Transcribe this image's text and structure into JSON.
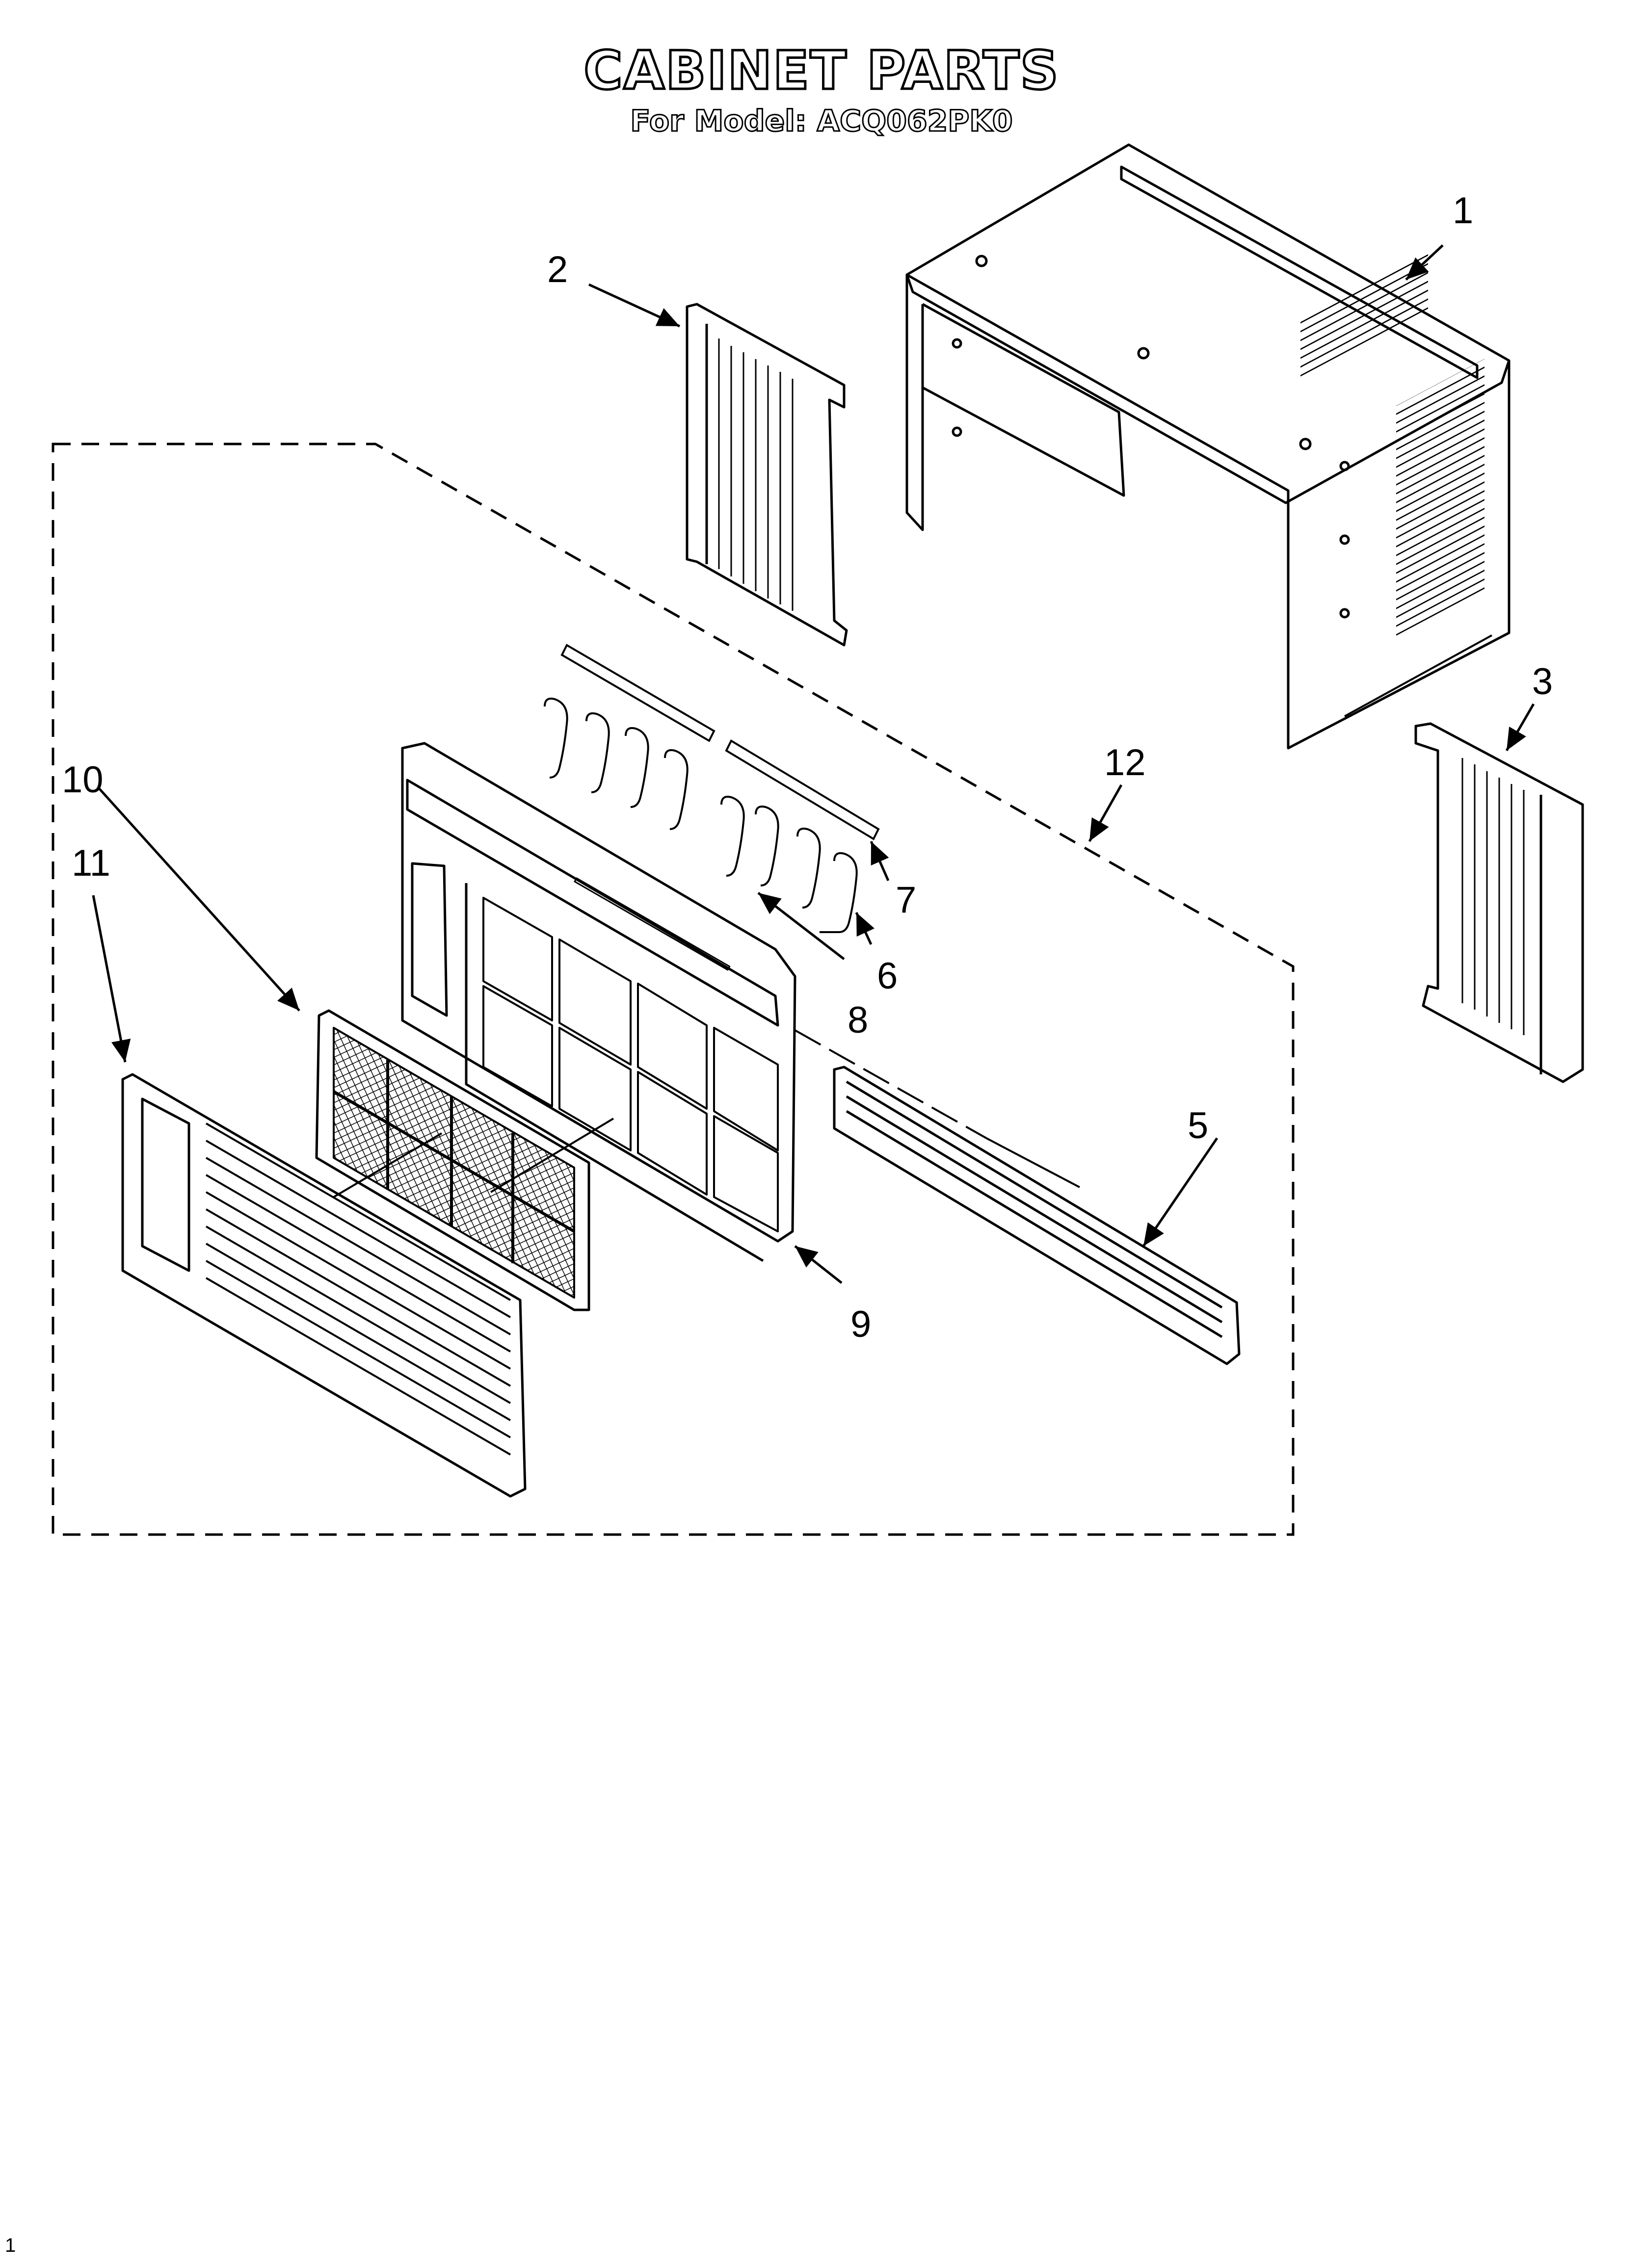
{
  "header": {
    "title": "CABINET PARTS",
    "subtitle": "For Model: ACQ062PK0"
  },
  "callouts": [
    {
      "id": "1",
      "label": "1"
    },
    {
      "id": "2",
      "label": "2"
    },
    {
      "id": "3",
      "label": "3"
    },
    {
      "id": "5",
      "label": "5"
    },
    {
      "id": "6",
      "label": "6"
    },
    {
      "id": "7",
      "label": "7"
    },
    {
      "id": "8",
      "label": "8"
    },
    {
      "id": "9",
      "label": "9"
    },
    {
      "id": "10",
      "label": "10"
    },
    {
      "id": "11",
      "label": "11"
    },
    {
      "id": "12",
      "label": "12"
    }
  ],
  "footer": {
    "page_number": "1"
  },
  "colors": {
    "line": "#000000",
    "background": "#ffffff"
  }
}
